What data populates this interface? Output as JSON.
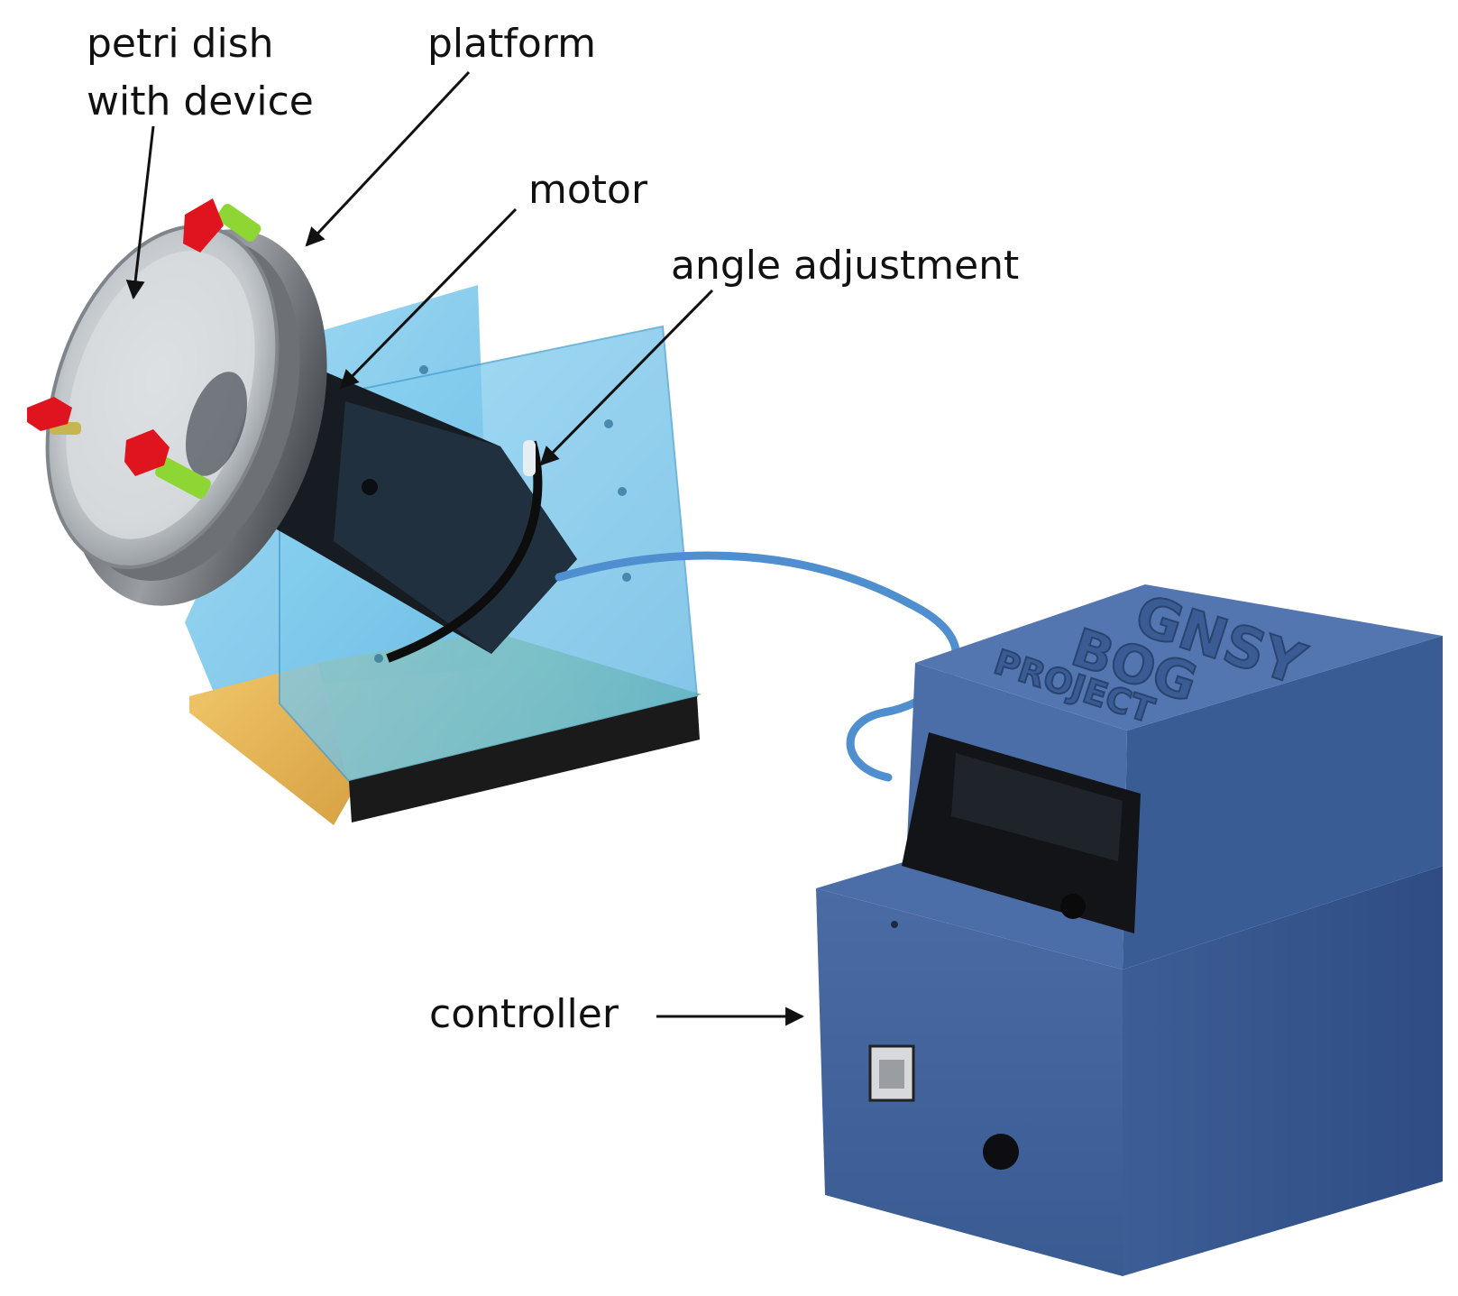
{
  "labels": {
    "petri_dish_line1": "petri dish",
    "petri_dish_line2": "with device",
    "platform": "platform",
    "motor": "motor",
    "angle_adjustment": "angle adjustment",
    "controller": "controller"
  },
  "logo": {
    "line1": "GNSY",
    "line2": "BOG",
    "line3": "PROJECT"
  },
  "colors": {
    "controller_blue": "#3f5f97",
    "acrylic_blue": "#79c7ea",
    "knob_red": "#e0141e",
    "bolt_green": "#8ed634",
    "base_wood": "#e8b85a",
    "cable_blue": "#4f8fd0"
  }
}
